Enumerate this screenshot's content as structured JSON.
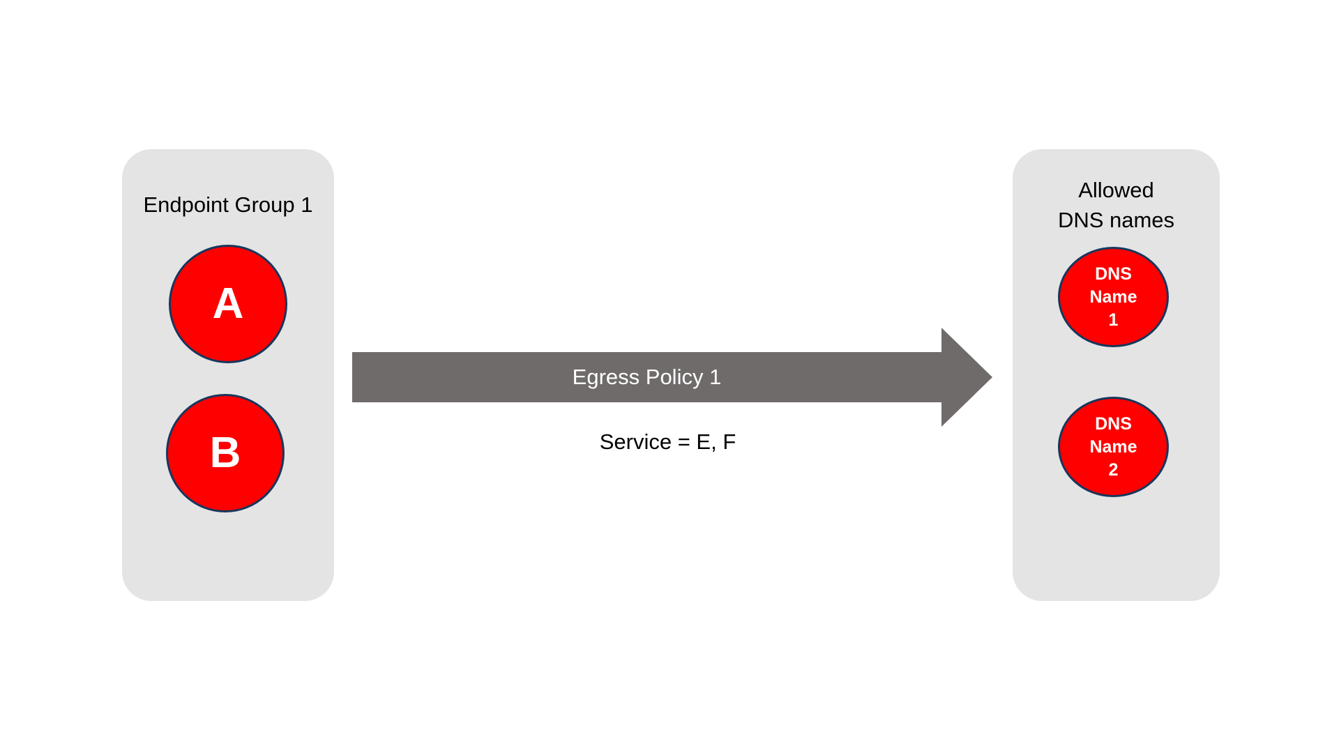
{
  "diagram": {
    "type": "network-policy-diagram",
    "background_color": "#FFFFFF",
    "panel_color": "#E4E4E4",
    "node_color": "#FF0000",
    "node_border_color": "#17365D",
    "arrow_color": "#6F6B6B",
    "text_color": "#000000",
    "inverse_text_color": "#FFFFFF"
  },
  "source_group": {
    "title": "Endpoint Group 1",
    "nodes": [
      {
        "label": "A"
      },
      {
        "label": "B"
      }
    ]
  },
  "destination_group": {
    "title": "Allowed\nDNS names",
    "nodes": [
      {
        "label": "DNS\nName\n1"
      },
      {
        "label": "DNS\nName\n2"
      }
    ]
  },
  "policy": {
    "name": "Egress Policy 1",
    "rule": "Service = E, F",
    "direction": "source-to-destination"
  }
}
